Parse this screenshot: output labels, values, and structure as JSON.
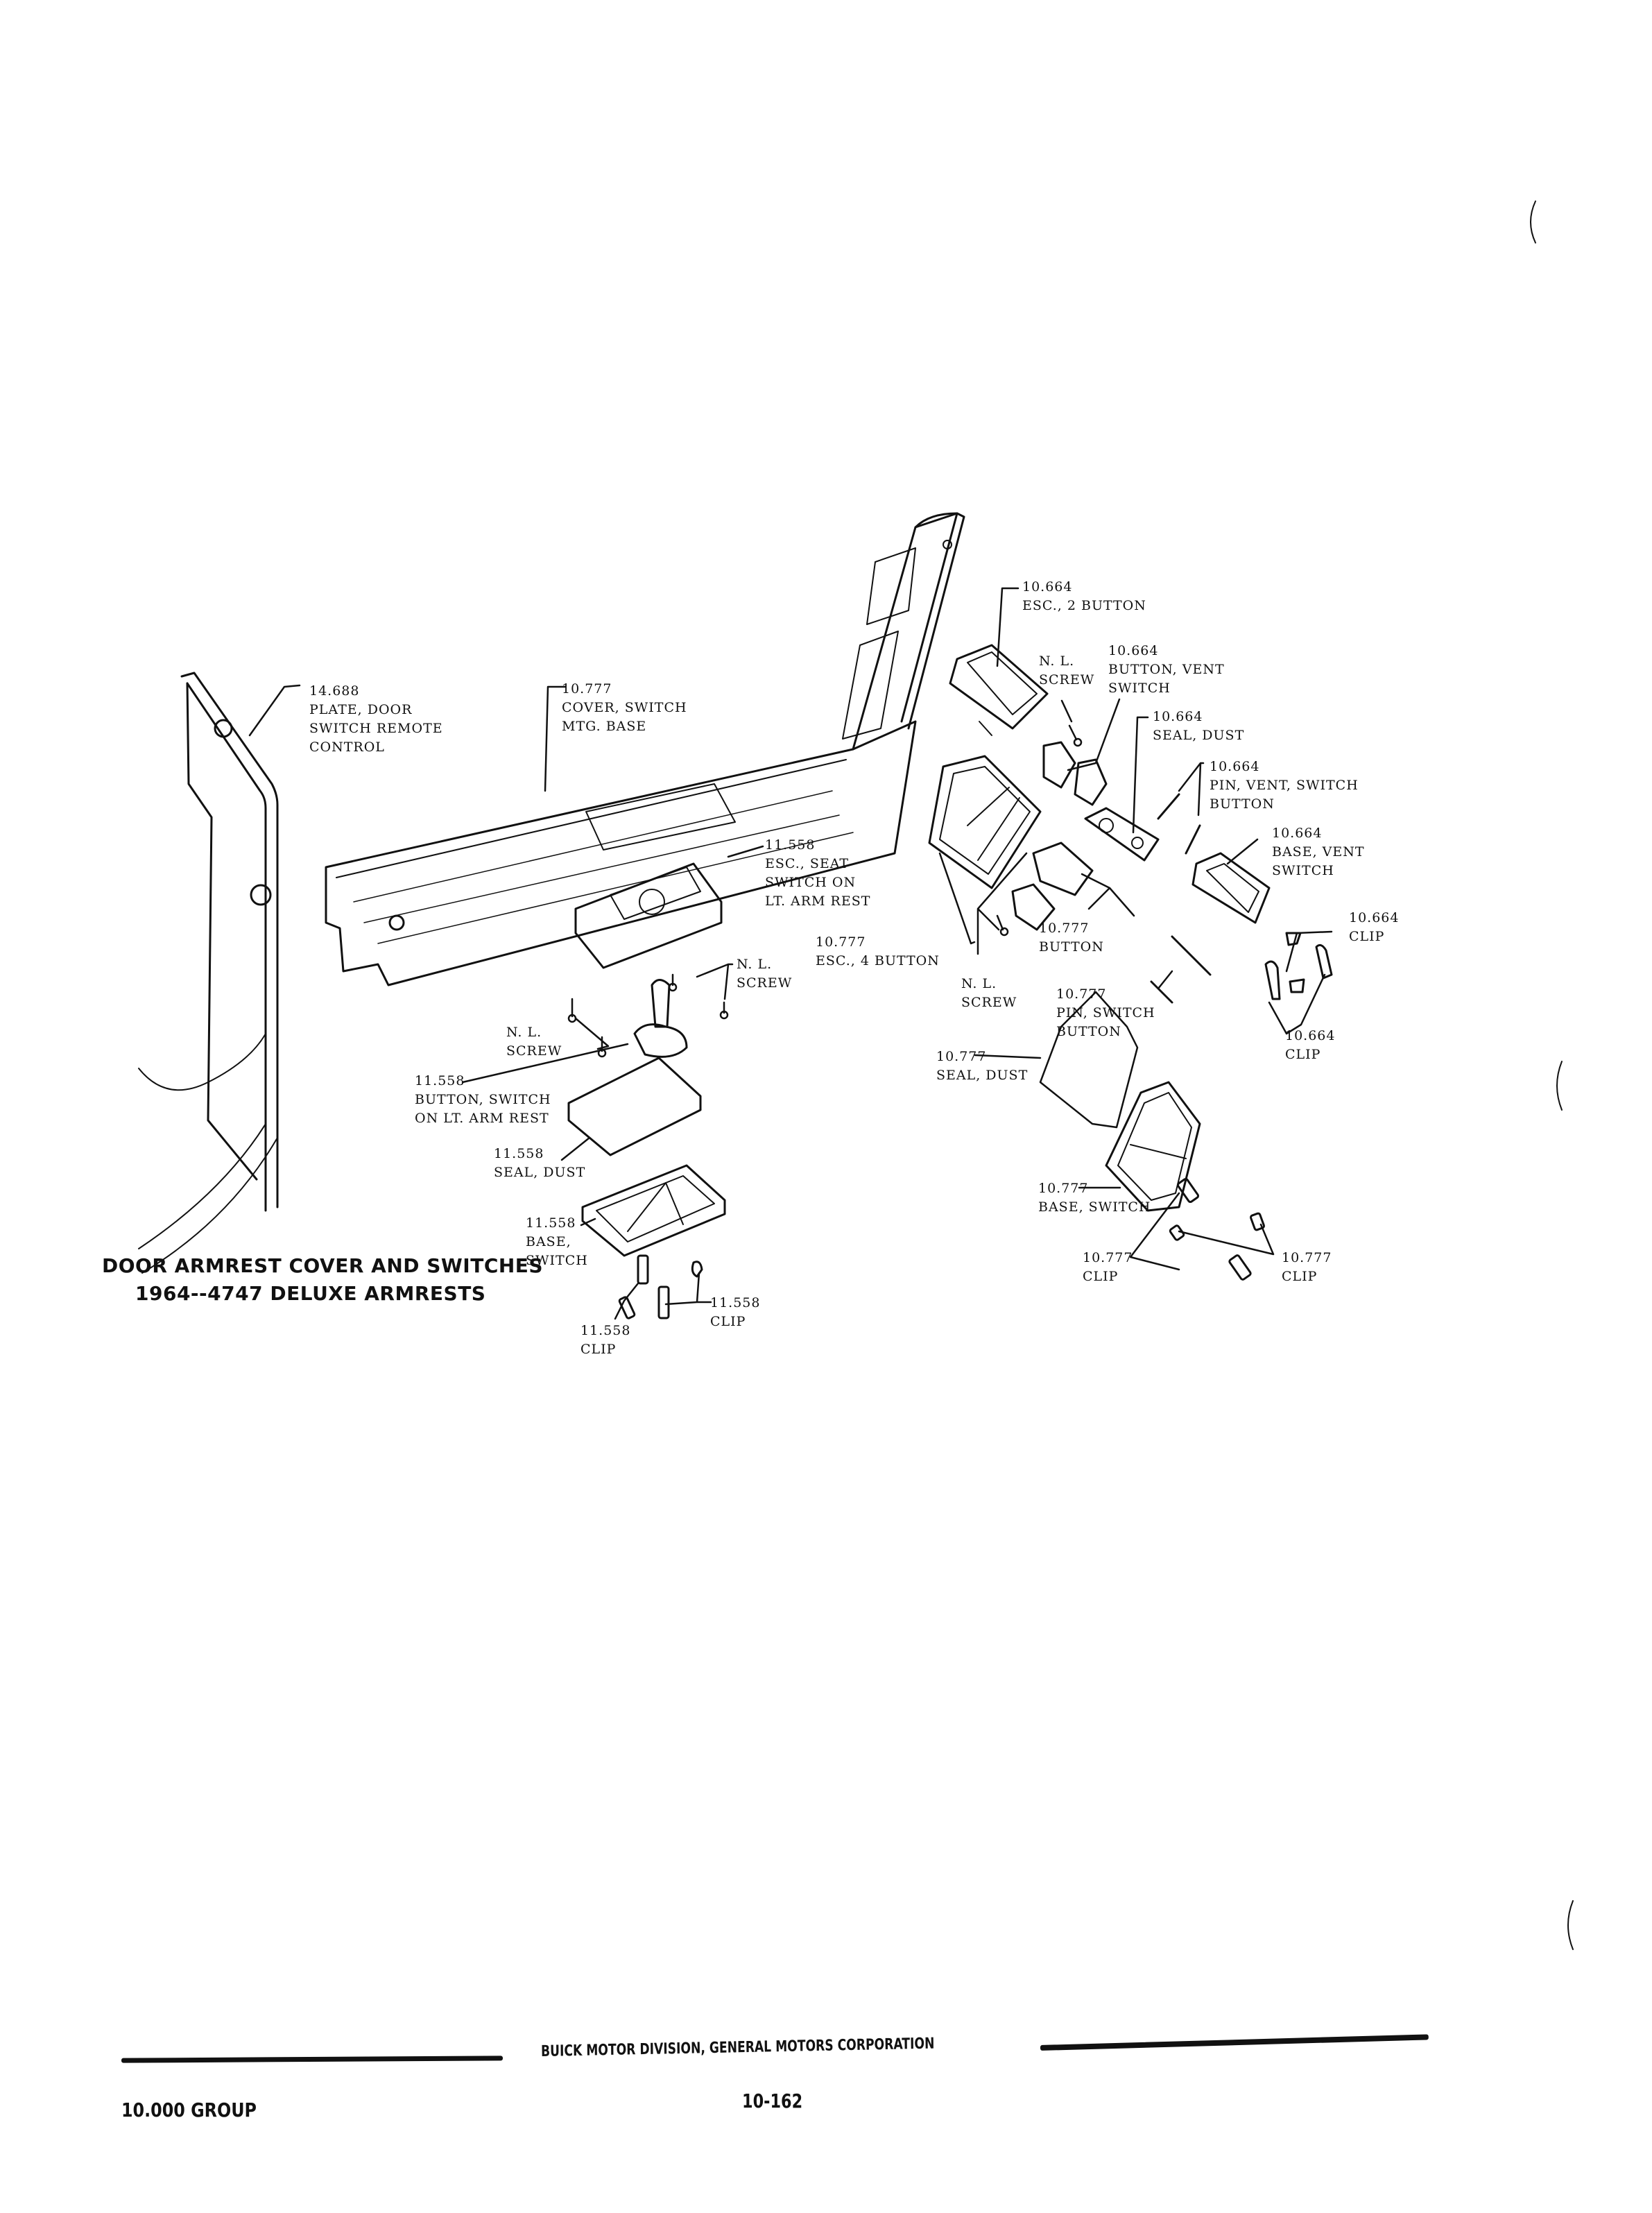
{
  "diagram": {
    "title": {
      "line1": "DOOR ARMREST COVER AND SWITCHES",
      "line2": "1964--4747 DELUXE ARMRESTS"
    },
    "callouts": [
      {
        "id": "plate-door",
        "number": "14.688",
        "lines": [
          "PLATE, DOOR",
          "SWITCH REMOTE",
          "CONTROL"
        ]
      },
      {
        "id": "cover-switch",
        "number": "10.777",
        "lines": [
          "COVER, SWITCH",
          "MTG. BASE"
        ]
      },
      {
        "id": "esc-2-button",
        "number": "10.664",
        "lines": [
          "ESC., 2 BUTTON"
        ]
      },
      {
        "id": "nl-screw-top",
        "number": "N. L.",
        "lines": [
          "SCREW"
        ]
      },
      {
        "id": "button-vent-switch",
        "number": "10.664",
        "lines": [
          "BUTTON, VENT",
          "SWITCH"
        ]
      },
      {
        "id": "seal-dust-664",
        "number": "10.664",
        "lines": [
          "SEAL, DUST"
        ]
      },
      {
        "id": "pin-vent-switch",
        "number": "10.664",
        "lines": [
          "PIN, VENT, SWITCH",
          "BUTTON"
        ]
      },
      {
        "id": "base-vent-switch",
        "number": "10.664",
        "lines": [
          "BASE, VENT",
          "SWITCH"
        ]
      },
      {
        "id": "clip-664-a",
        "number": "10.664",
        "lines": [
          "CLIP"
        ]
      },
      {
        "id": "clip-664-b",
        "number": "10.664",
        "lines": [
          "CLIP"
        ]
      },
      {
        "id": "esc-seat-switch",
        "number": "11.558",
        "lines": [
          "ESC., SEAT",
          "SWITCH ON",
          "LT. ARM REST"
        ]
      },
      {
        "id": "esc-4-button",
        "number": "10.777",
        "lines": [
          "ESC., 4 BUTTON"
        ]
      },
      {
        "id": "button-777",
        "number": "10.777",
        "lines": [
          "BUTTON"
        ]
      },
      {
        "id": "nl-screw-mid",
        "number": "N. L.",
        "lines": [
          "SCREW"
        ]
      },
      {
        "id": "pin-switch-button",
        "number": "10.777",
        "lines": [
          "PIN, SWITCH",
          "BUTTON"
        ]
      },
      {
        "id": "seal-dust-777",
        "number": "10.777",
        "lines": [
          "SEAL, DUST"
        ]
      },
      {
        "id": "base-switch-777",
        "number": "10.777",
        "lines": [
          "BASE, SWITCH"
        ]
      },
      {
        "id": "clip-777-a",
        "number": "10.777",
        "lines": [
          "CLIP"
        ]
      },
      {
        "id": "clip-777-b",
        "number": "10.777",
        "lines": [
          "CLIP"
        ]
      },
      {
        "id": "nl-screw-right",
        "number": "N. L.",
        "lines": [
          "SCREW"
        ]
      },
      {
        "id": "nl-screw-left",
        "number": "N. L.",
        "lines": [
          "SCREW"
        ]
      },
      {
        "id": "button-switch-558",
        "number": "11.558",
        "lines": [
          "BUTTON, SWITCH",
          "ON LT. ARM REST"
        ]
      },
      {
        "id": "seal-dust-558",
        "number": "11.558",
        "lines": [
          "SEAL, DUST"
        ]
      },
      {
        "id": "base-switch-558",
        "number": "11.558",
        "lines": [
          "BASE,",
          "SWITCH"
        ]
      },
      {
        "id": "clip-558-a",
        "number": "11.558",
        "lines": [
          "CLIP"
        ]
      },
      {
        "id": "clip-558-b",
        "number": "11.558",
        "lines": [
          "CLIP"
        ]
      }
    ]
  },
  "footer": {
    "publisher": "BUICK MOTOR DIVISION, GENERAL MOTORS CORPORATION",
    "group": "10.000 GROUP",
    "page_number": "10-162"
  },
  "colors": {
    "ink": "#111111",
    "paper": "#ffffff"
  }
}
